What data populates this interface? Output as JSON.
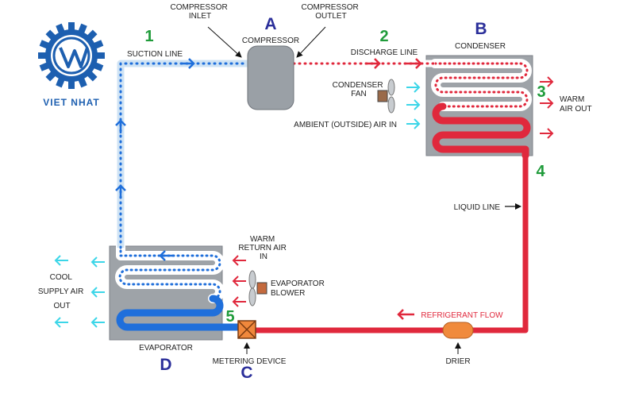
{
  "colors": {
    "hot": "#e0283c",
    "cold": "#1f6fdb",
    "suction": "#cfe3f4",
    "air_in": "#3cd6e8",
    "air_out_warm": "#e0283c",
    "step_number": "#1f9b3a",
    "component_letter": "#2b2f9a",
    "unit_box": "#9ea3a8",
    "compressor": "#9aa0a6",
    "drier": "#f08a3c",
    "logo": "#1d5fb0"
  },
  "logo": {
    "name": "VIET NHAT"
  },
  "components": {
    "compressor": {
      "letter": "A",
      "label": "COMPRESSOR",
      "inlet_label": [
        "COMPRESSOR",
        "INLET"
      ],
      "outlet_label": [
        "COMPRESSOR",
        "OUTLET"
      ]
    },
    "condenser": {
      "letter": "B",
      "label": "CONDENSER",
      "fan_label": [
        "CONDENSER",
        "FAN"
      ],
      "ambient_label": "AMBIENT (OUTSIDE) AIR IN",
      "warm_out_label": [
        "WARM",
        "AIR OUT"
      ]
    },
    "metering": {
      "letter": "C",
      "label": "METERING DEVICE"
    },
    "evaporator": {
      "letter": "D",
      "label": "EVAPORATOR",
      "blower_label": [
        "EVAPORATOR",
        "BLOWER"
      ],
      "return_label": [
        "WARM",
        "RETURN AIR",
        "IN"
      ],
      "supply_label": [
        "COOL",
        "SUPPLY AIR",
        "OUT"
      ]
    },
    "drier": {
      "label": "DRIER"
    }
  },
  "lines": {
    "suction": "SUCTION LINE",
    "discharge": "DISCHARGE LINE",
    "liquid": "LIQUID LINE",
    "flow": "REFRIGERANT FLOW"
  },
  "steps": [
    "1",
    "2",
    "3",
    "4",
    "5"
  ]
}
